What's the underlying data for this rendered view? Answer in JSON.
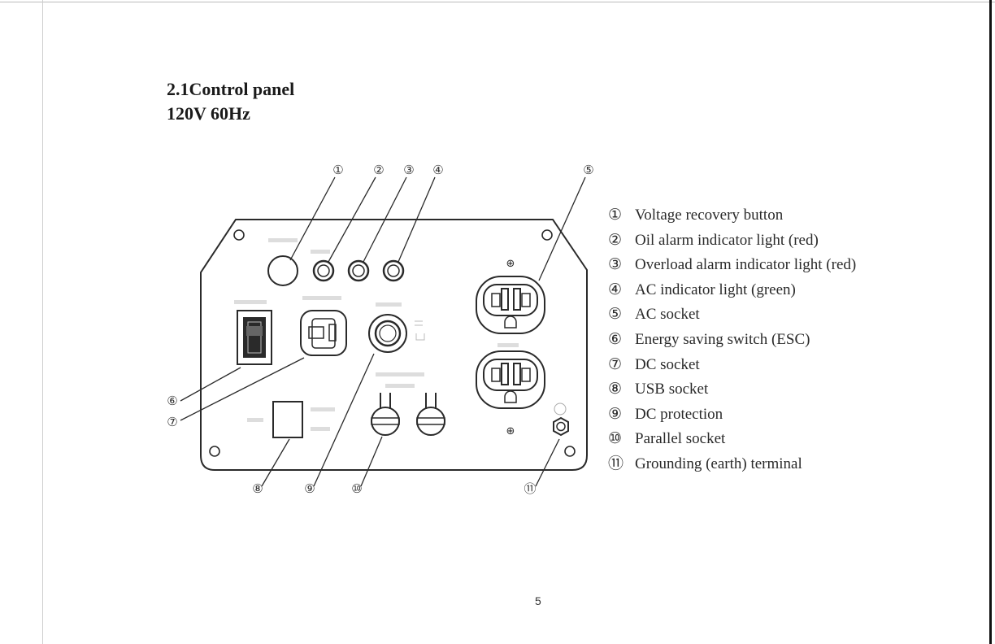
{
  "document": {
    "heading_line1": "2.1Control panel",
    "heading_line2": "120V 60Hz",
    "page_number": "5"
  },
  "diagram": {
    "callouts": [
      "①",
      "②",
      "③",
      "④",
      "⑤",
      "⑥",
      "⑦",
      "⑧",
      "⑨",
      "⑩",
      "⑪"
    ]
  },
  "legend": {
    "items": [
      {
        "num": "①",
        "text": "Voltage recovery button"
      },
      {
        "num": "②",
        "text": "Oil alarm indicator light (red)"
      },
      {
        "num": "③",
        "text": "Overload alarm indicator light (red)"
      },
      {
        "num": "④",
        "text": "AC indicator light (green)"
      },
      {
        "num": "⑤",
        "text": "AC socket"
      },
      {
        "num": "⑥",
        "text": "Energy saving switch (ESC)"
      },
      {
        "num": "⑦",
        "text": "DC socket"
      },
      {
        "num": "⑧",
        "text": "USB socket"
      },
      {
        "num": "⑨",
        "text": "DC protection"
      },
      {
        "num": "⑩",
        "text": "Parallel socket"
      },
      {
        "num": "⑪",
        "text": "Grounding (earth) terminal"
      }
    ]
  }
}
